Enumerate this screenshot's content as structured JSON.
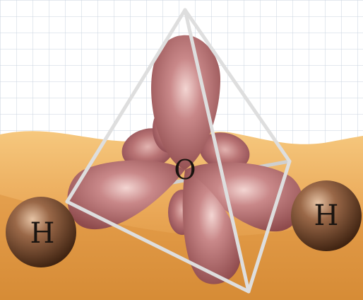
{
  "atoms": {
    "oxygen": {
      "label": "O"
    },
    "hydrogen_left": {
      "label": "H"
    },
    "hydrogen_right": {
      "label": "H"
    }
  },
  "colors": {
    "background": "#ffffff",
    "grid_line": "#c9d3df",
    "terrain_light": "#f2bf72",
    "terrain_dark": "#d48a33",
    "orbital_light": "#c98889",
    "orbital_dark": "#8e4a4c",
    "hydrogen_light": "#9a6848",
    "hydrogen_dark": "#4a2a16",
    "tetrahedron_edge": "#dcdcdc",
    "label": "#1a1410"
  }
}
